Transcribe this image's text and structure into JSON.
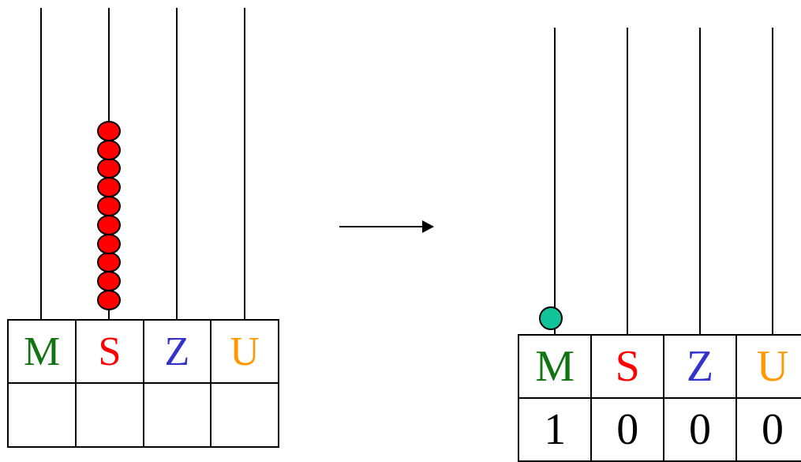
{
  "before": {
    "headers": [
      "M",
      "S",
      "Z",
      "U"
    ],
    "header_colors": [
      "#127312",
      "#ff0000",
      "#3333cc",
      "#ff9900"
    ],
    "digits": [
      "",
      "",
      "",
      ""
    ],
    "beads": {
      "rod_index": 1,
      "count": 10,
      "color": "#ff0000"
    }
  },
  "after": {
    "headers": [
      "M",
      "S",
      "Z",
      "U"
    ],
    "header_colors": [
      "#127312",
      "#ff0000",
      "#3333cc",
      "#ff9900"
    ],
    "digits": [
      "1",
      "0",
      "0",
      "0"
    ],
    "beads": {
      "rod_index": 0,
      "count": 1,
      "color": "#12c49a"
    }
  },
  "arrow": {
    "direction": "right"
  }
}
